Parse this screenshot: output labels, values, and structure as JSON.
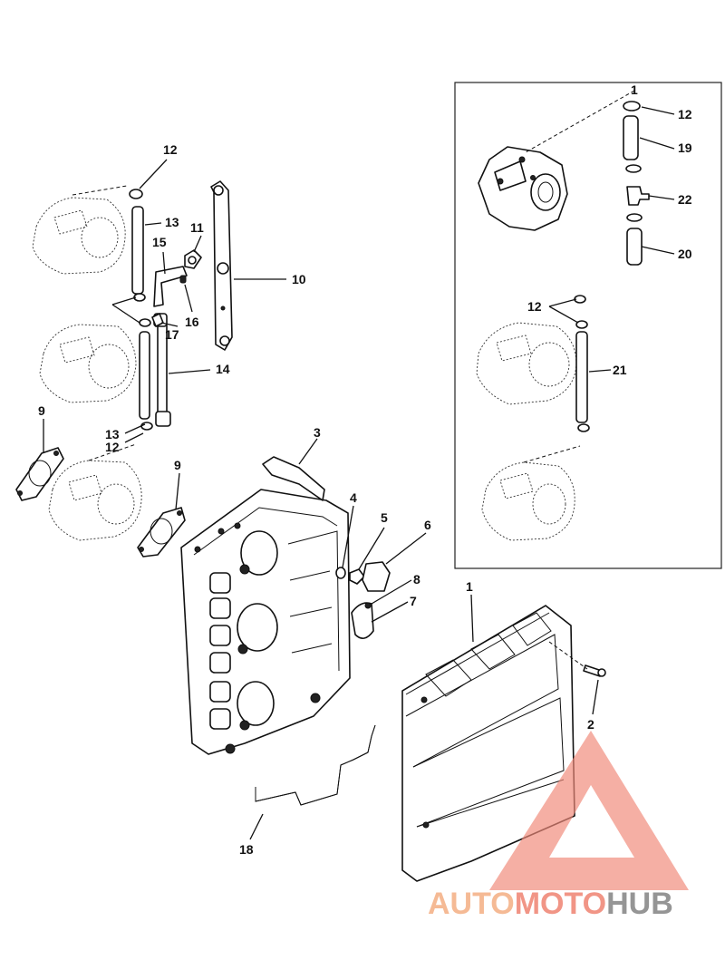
{
  "callouts": {
    "c1": "1",
    "c2": "2",
    "c3": "3",
    "c4": "4",
    "c5": "5",
    "c6": "6",
    "c7": "7",
    "c8": "8",
    "c9a": "9",
    "c9b": "9",
    "c10": "10",
    "c11": "11",
    "c12a": "12",
    "c12b": "12",
    "c13a": "13",
    "c13b": "13",
    "c14": "14",
    "c15": "15",
    "c16": "16",
    "c17": "17",
    "c18": "18",
    "inset1": "1",
    "inset12a": "12",
    "inset19": "19",
    "inset22": "22",
    "inset20": "20",
    "inset12b": "12",
    "inset21": "21"
  },
  "watermark": {
    "part1": "AUTO",
    "part2": "MOTO",
    "part3": "HUB",
    "color_auto": "#f5b38a",
    "color_moto": "#f08a7a",
    "color_hub": "#8a8a8a",
    "logo_icon": "warning-triangle-logo-icon"
  }
}
